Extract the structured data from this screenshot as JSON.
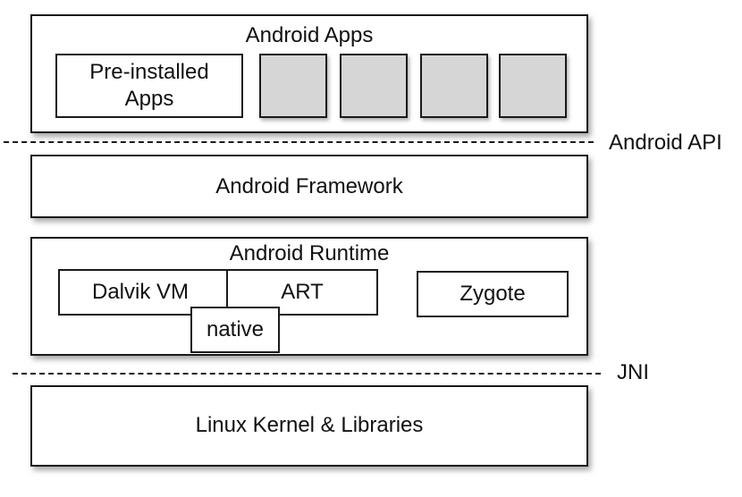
{
  "layers": {
    "apps": {
      "title": "Android Apps",
      "preinstalled_label": "Pre-installed\nApps"
    },
    "framework": {
      "title": "Android Framework"
    },
    "runtime": {
      "title": "Android Runtime",
      "dalvik_label": "Dalvik VM",
      "art_label": "ART",
      "native_label": "native",
      "zygote_label": "Zygote"
    },
    "kernel": {
      "title": "Linux Kernel & Libraries"
    }
  },
  "boundaries": {
    "api_label": "Android API",
    "jni_label": "JNI"
  }
}
